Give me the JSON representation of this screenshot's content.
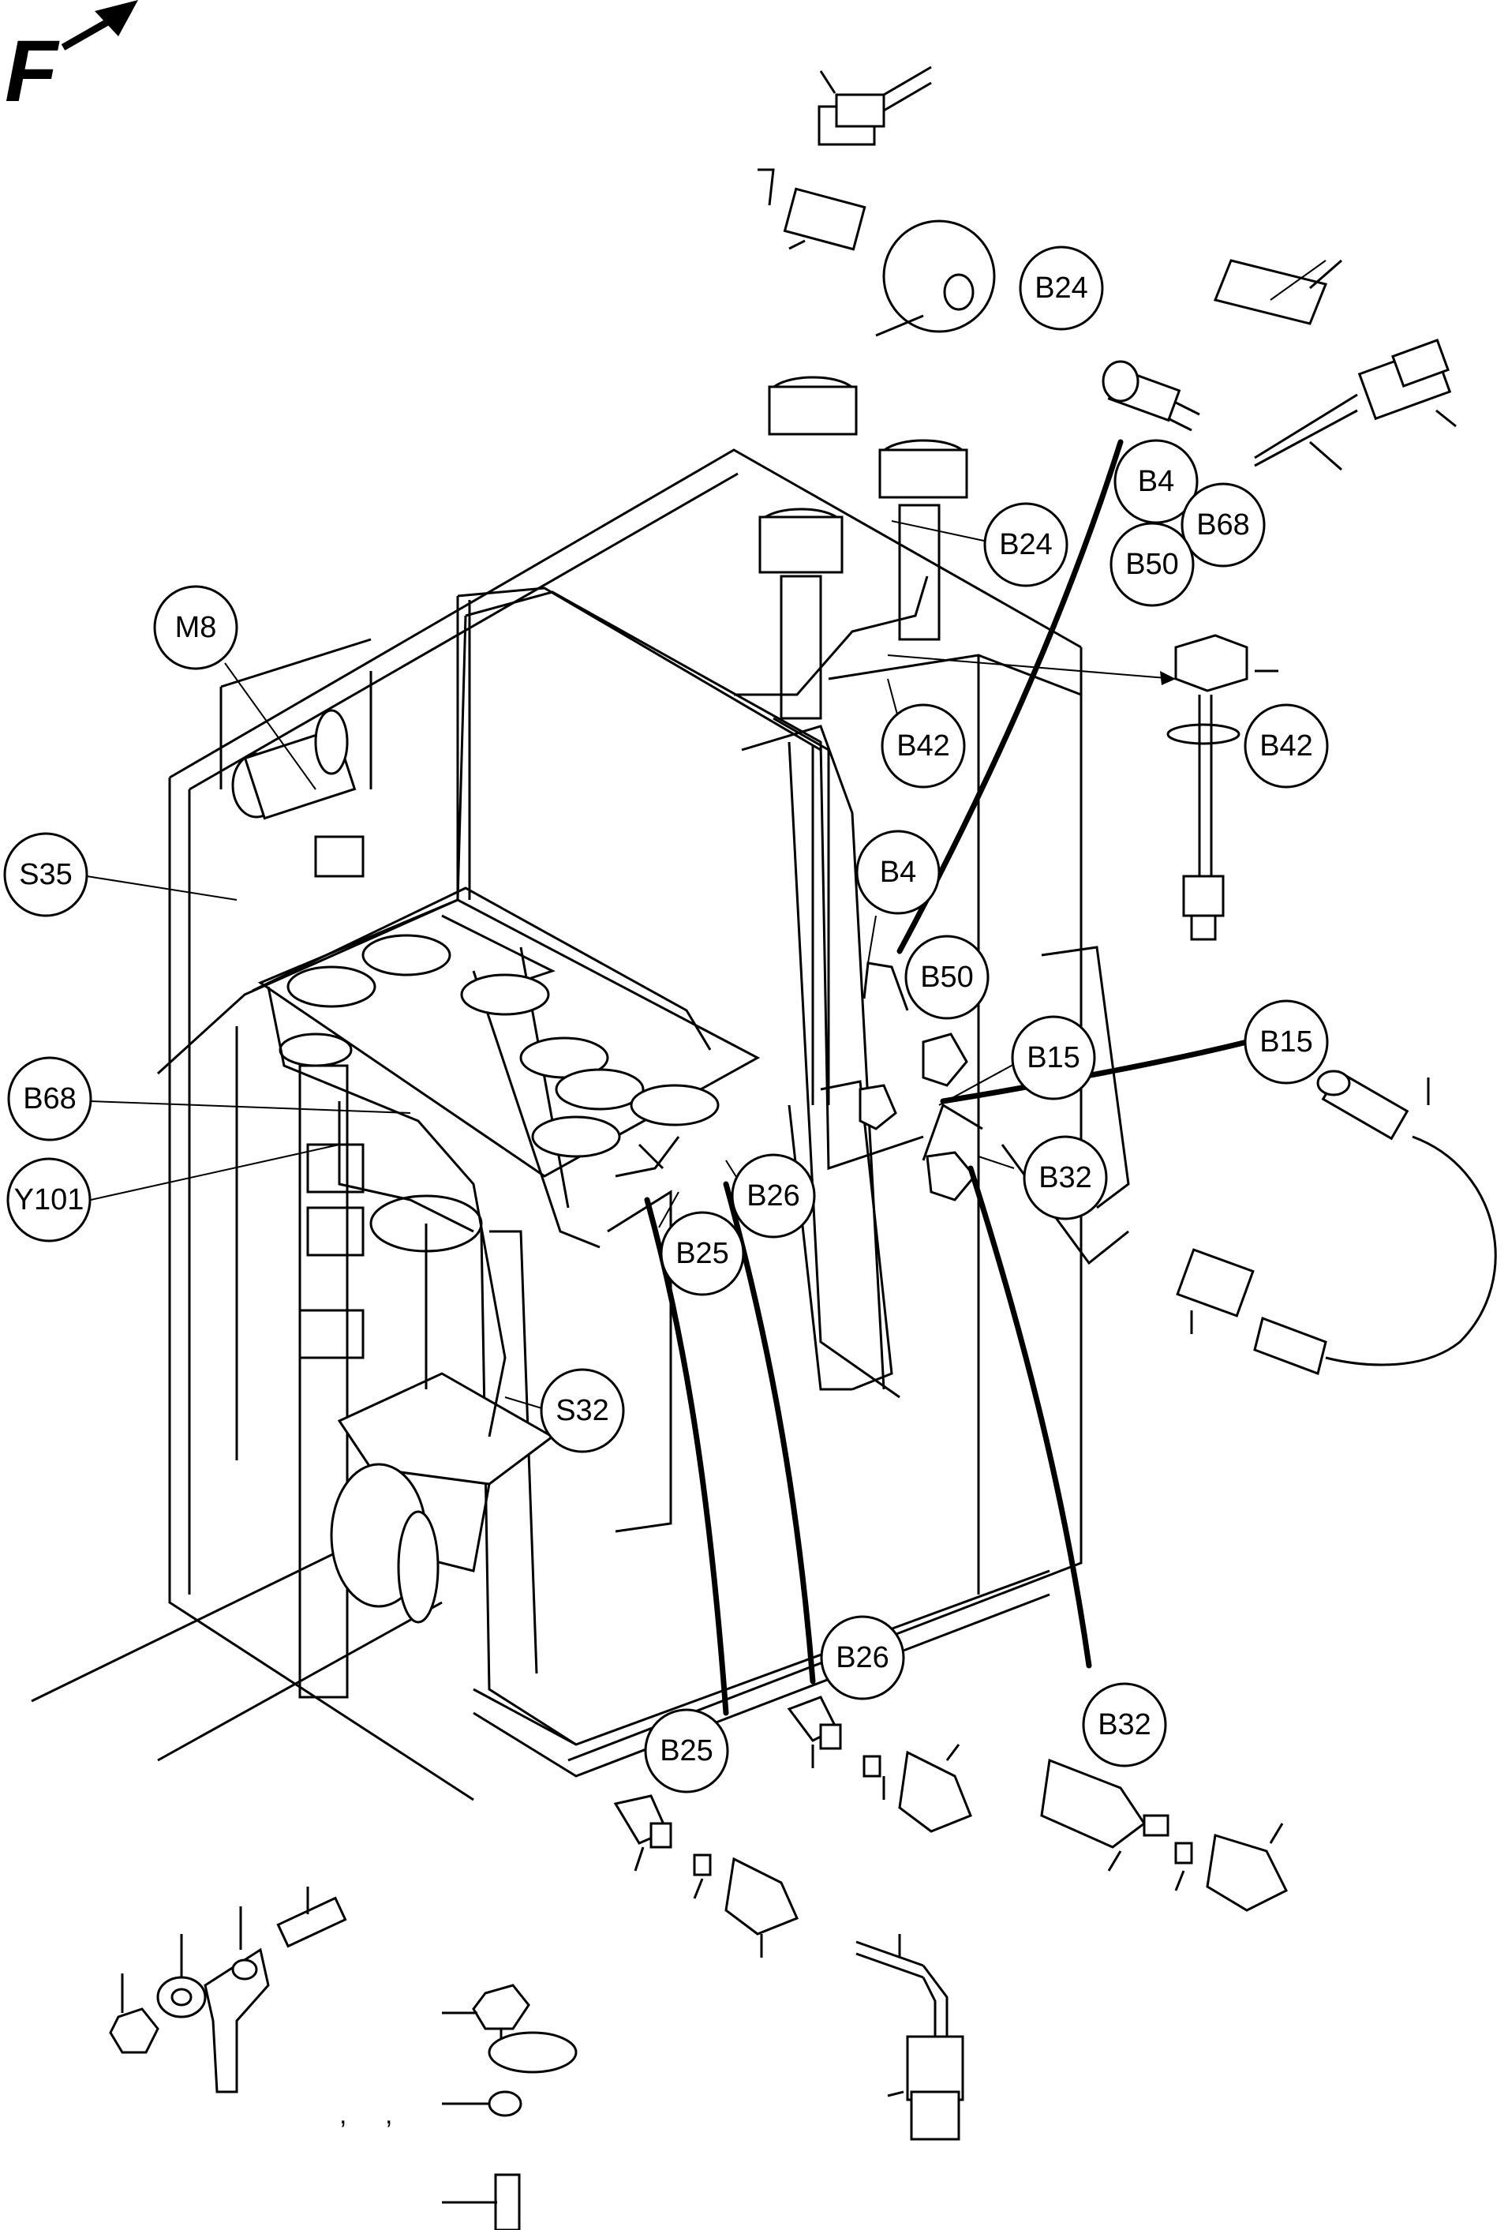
{
  "orientation": {
    "letter": "F",
    "arrow_icon": "arrow-right-icon"
  },
  "labels": [
    {
      "id": "b24-top",
      "text": "B24"
    },
    {
      "id": "b24-mid",
      "text": "B24"
    },
    {
      "id": "b4-right",
      "text": "B4"
    },
    {
      "id": "b68-right",
      "text": "B68"
    },
    {
      "id": "b50-right",
      "text": "B50"
    },
    {
      "id": "m8",
      "text": "M8"
    },
    {
      "id": "b42-center",
      "text": "B42"
    },
    {
      "id": "b42-right",
      "text": "B42"
    },
    {
      "id": "s35",
      "text": "S35"
    },
    {
      "id": "b4-center",
      "text": "B4"
    },
    {
      "id": "b50-center",
      "text": "B50"
    },
    {
      "id": "b15-center",
      "text": "B15"
    },
    {
      "id": "b15-right",
      "text": "B15"
    },
    {
      "id": "b68-left",
      "text": "B68"
    },
    {
      "id": "b32-center",
      "text": "B32"
    },
    {
      "id": "b26-center",
      "text": "B26"
    },
    {
      "id": "y101",
      "text": "Y101"
    },
    {
      "id": "b25-center",
      "text": "B25"
    },
    {
      "id": "s32",
      "text": "S32"
    },
    {
      "id": "b26-bottom",
      "text": "B26"
    },
    {
      "id": "b32-bottom",
      "text": "B32"
    },
    {
      "id": "b25-bottom",
      "text": "B25"
    }
  ],
  "footnote_marks": [
    ",",
    ","
  ]
}
